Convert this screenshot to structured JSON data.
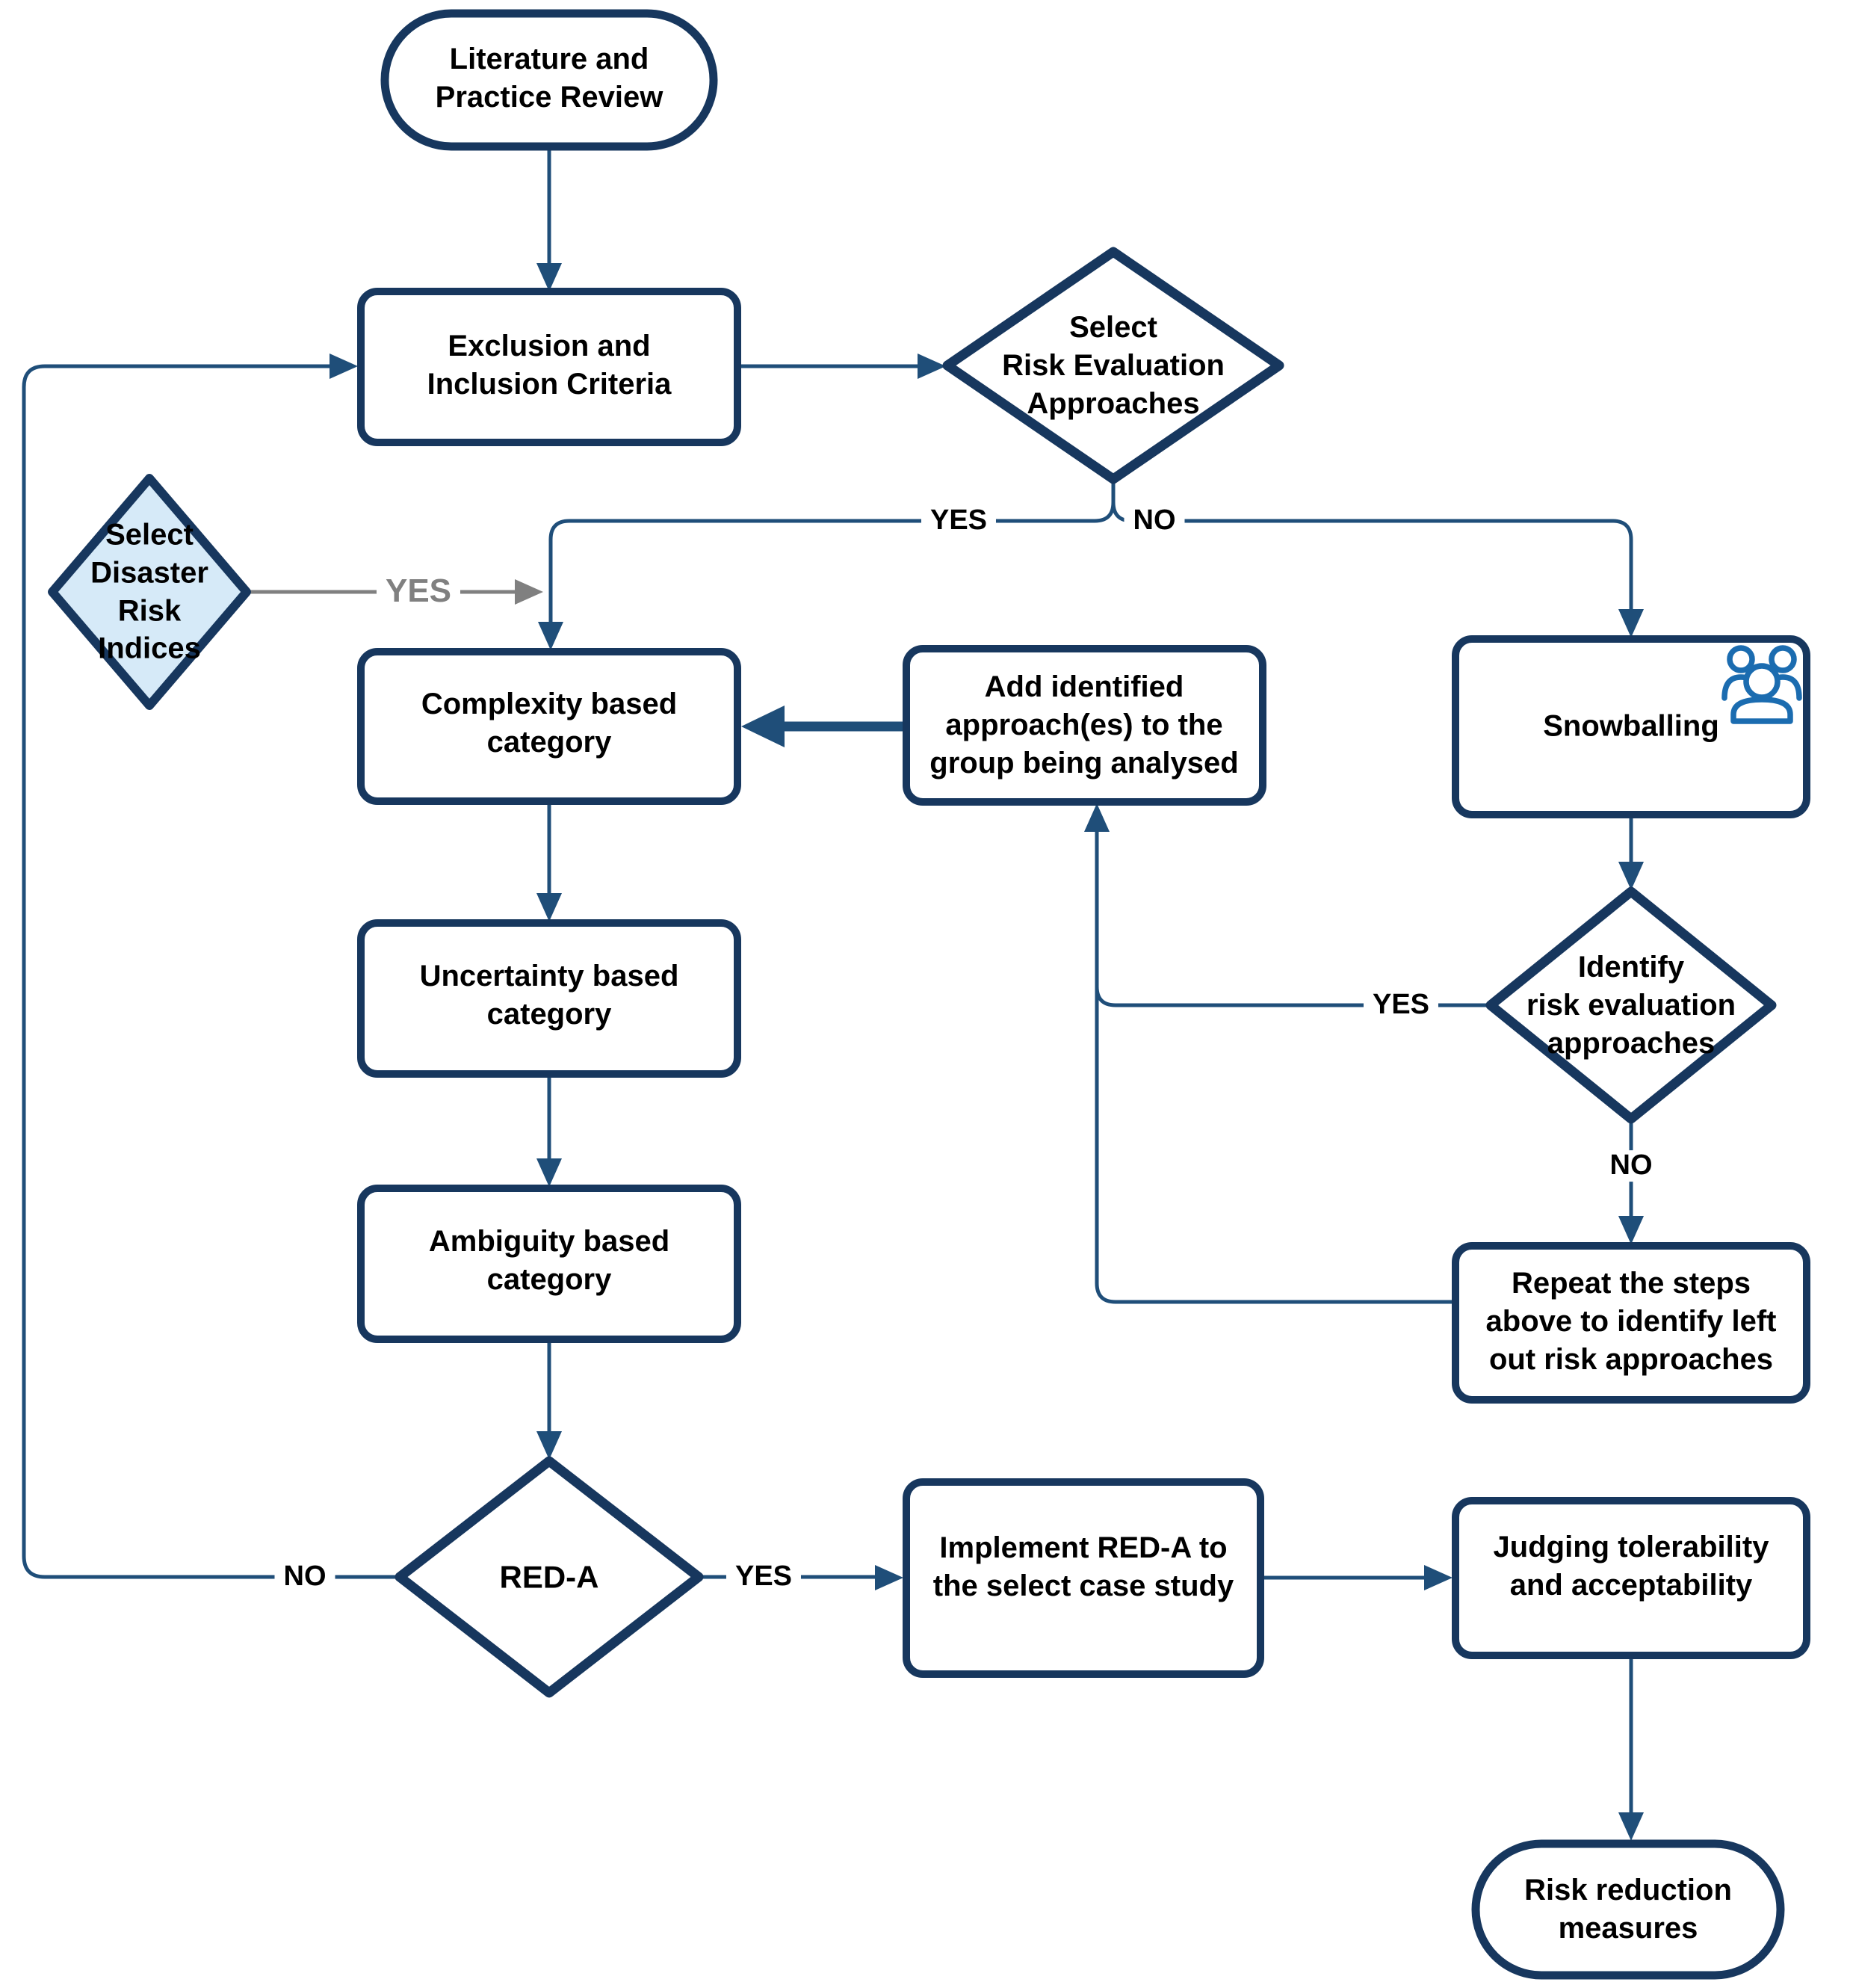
{
  "diagram_title": "Risk evaluation approaches selection flowchart",
  "colors": {
    "border_navy": "#17375E",
    "line_navy": "#1F4E79",
    "diamond_fill_highlight": "#D6EAF8",
    "gray_branch": "#808080",
    "icon_blue": "#1B6CB0",
    "text": "#000000",
    "background": "#FFFFFF"
  },
  "nodes": {
    "literature": {
      "shape": "stadium",
      "label": "Literature and\nPractice Review"
    },
    "exclusion": {
      "shape": "rect",
      "label": "Exclusion and\nInclusion Criteria"
    },
    "select_risk": {
      "shape": "diamond",
      "label": "Select\nRisk Evaluation\nApproaches"
    },
    "select_disaster": {
      "shape": "diamond",
      "label": "Select\nDisaster Risk\nIndices"
    },
    "complexity": {
      "shape": "rect",
      "label": "Complexity based\ncategory"
    },
    "add_identified": {
      "shape": "rect",
      "label": "Add identified\napproach(es) to the\ngroup being analysed"
    },
    "snowballing": {
      "shape": "rect",
      "label": "Snowballing",
      "icon": "people-group-icon"
    },
    "uncertainty": {
      "shape": "rect",
      "label": "Uncertainty based\ncategory"
    },
    "identify": {
      "shape": "diamond",
      "label": "Identify\nrisk evaluation\napproaches"
    },
    "ambiguity": {
      "shape": "rect",
      "label": "Ambiguity based\ncategory"
    },
    "repeat_steps": {
      "shape": "rect",
      "label": "Repeat the steps\nabove to identify left\nout risk approaches"
    },
    "reda": {
      "shape": "diamond",
      "label": "RED-A"
    },
    "implement": {
      "shape": "rect",
      "label": "Implement RED-A to\nthe select case study"
    },
    "judging": {
      "shape": "rect",
      "label": "Judging tolerability\nand acceptability"
    },
    "risk_reduction": {
      "shape": "stadium",
      "label": "Risk reduction\nmeasures"
    }
  },
  "edge_labels": {
    "select_risk_yes": "YES",
    "select_risk_no": "NO",
    "select_disaster_yes": "YES",
    "identify_yes": "YES",
    "identify_no": "NO",
    "reda_no": "NO",
    "reda_yes": "YES"
  }
}
